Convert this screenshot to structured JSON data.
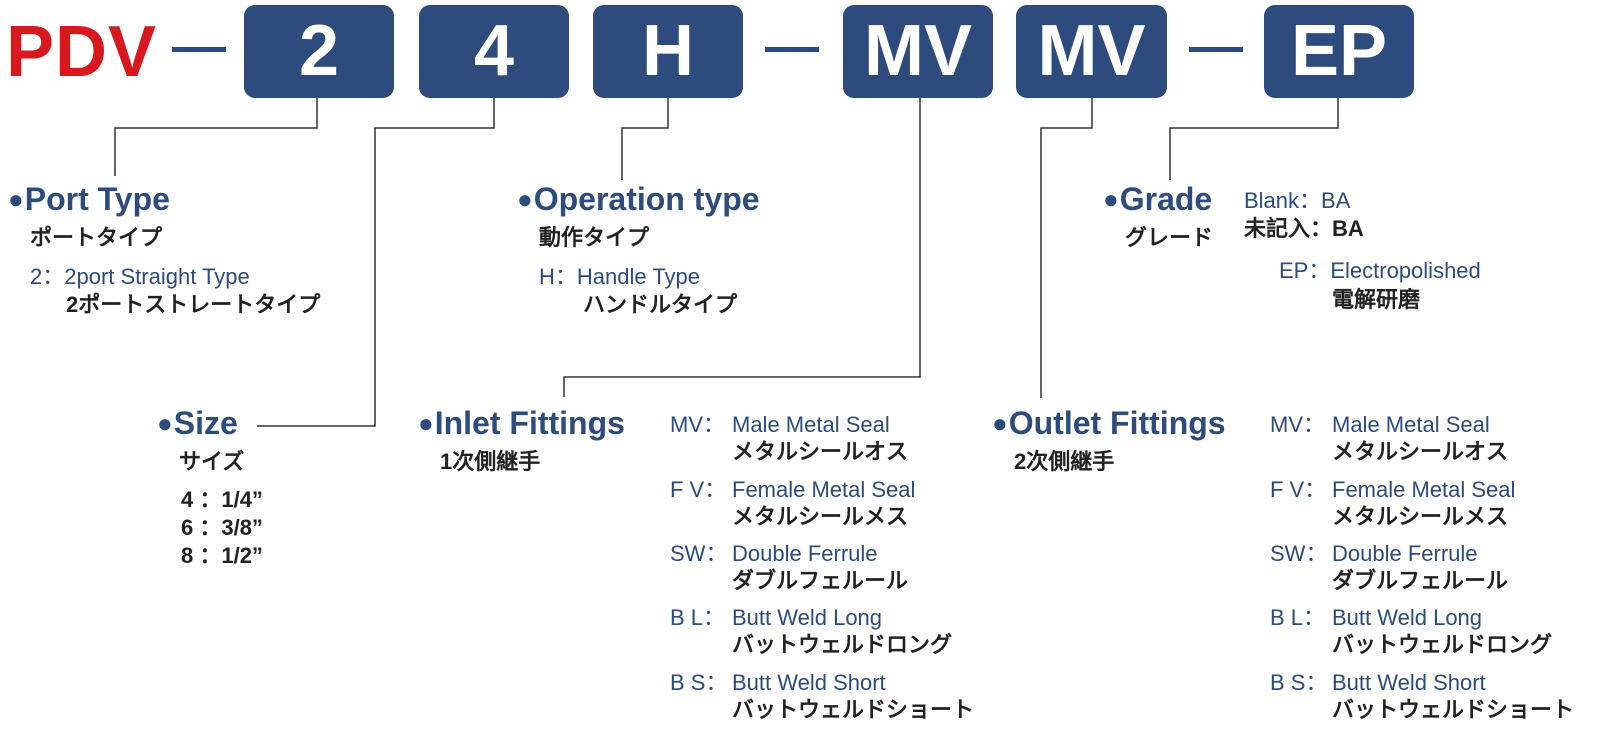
{
  "code": {
    "prefix": "PDV",
    "segments": [
      "2",
      "4",
      "H",
      "MV",
      "MV",
      "EP"
    ]
  },
  "port_type": {
    "title": "Port Type",
    "title_jp": "ポートタイプ",
    "option_code": "2：2port Straight Type",
    "option_jp": "2ポートストレートタイプ"
  },
  "operation_type": {
    "title": "Operation type",
    "title_jp": "動作タイプ",
    "option_code": "H：Handle Type",
    "option_jp": "ハンドルタイプ"
  },
  "grade": {
    "title": "Grade",
    "title_jp": "グレード",
    "blank_en": "Blank：BA",
    "blank_jp": "未記入：BA",
    "ep_code": "EP：Electropolished",
    "ep_jp": "電解研磨"
  },
  "size": {
    "title": "Size",
    "title_jp": "サイズ",
    "options": [
      "4 ：1/4”",
      "6 ：3/8”",
      "8 ：1/2”"
    ]
  },
  "inlet": {
    "title": "Inlet Fittings",
    "title_jp": "1次側継手",
    "options": [
      {
        "code": "MV：",
        "desc": "Male Metal Seal",
        "jp": "メタルシールオス"
      },
      {
        "code": "F V：",
        "desc": "Female Metal Seal",
        "jp": "メタルシールメス"
      },
      {
        "code": "SW：",
        "desc": "Double Ferrule",
        "jp": "ダブルフェルール"
      },
      {
        "code": "B L：",
        "desc": "Butt Weld Long",
        "jp": "バットウェルドロング"
      },
      {
        "code": "B S：",
        "desc": "Butt Weld Short",
        "jp": "バットウェルドショート"
      }
    ]
  },
  "outlet": {
    "title": "Outlet Fittings",
    "title_jp": "2次側継手",
    "options": [
      {
        "code": "MV：",
        "desc": "Male Metal Seal",
        "jp": "メタルシールオス"
      },
      {
        "code": "F V：",
        "desc": "Female Metal Seal",
        "jp": "メタルシールメス"
      },
      {
        "code": "SW：",
        "desc": "Double Ferrule",
        "jp": "ダブルフェルール"
      },
      {
        "code": "B L：",
        "desc": "Butt Weld Long",
        "jp": "バットウェルドロング"
      },
      {
        "code": "B S：",
        "desc": "Butt Weld Short",
        "jp": "バットウェルドショート"
      }
    ]
  },
  "colors": {
    "accent": "#2d4b7d",
    "prefix": "#d7191f",
    "text": "#222222"
  }
}
